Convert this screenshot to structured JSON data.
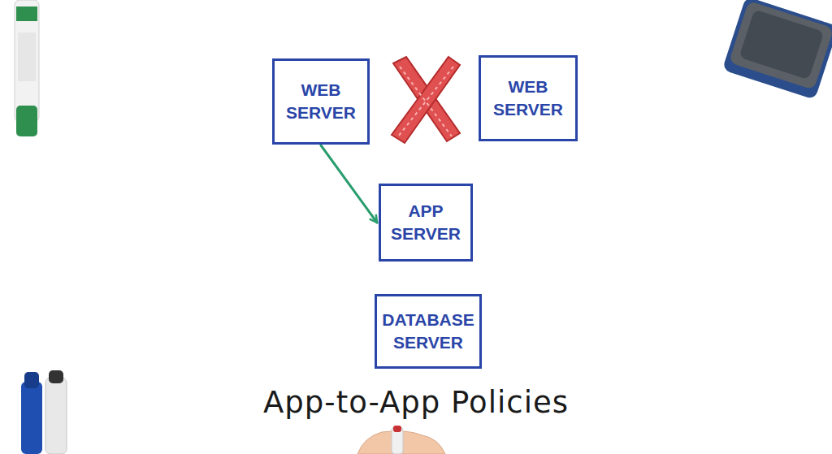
{
  "diagram": {
    "title": "App-to-App Policies",
    "nodes": [
      {
        "text": [
          "WEB SERVER"
        ]
      },
      {
        "text": [
          "WEB SERVER"
        ]
      },
      {
        "text": [
          "APP SERVER"
        ]
      },
      {
        "text": [
          "DATABASE SERVER"
        ]
      }
    ],
    "edges": [
      {
        "from": 0,
        "to": 2,
        "arrow": "to"
      }
    ]
  }
}
